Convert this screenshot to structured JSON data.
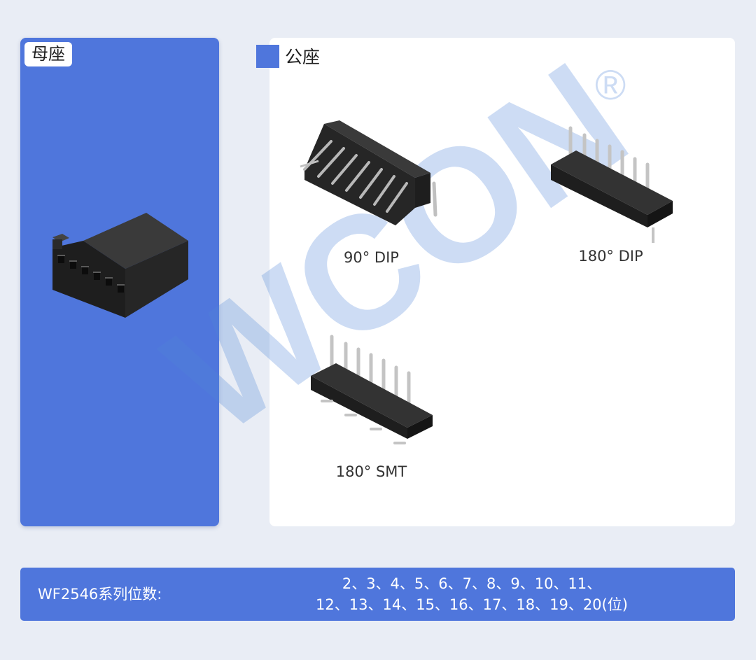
{
  "female": {
    "title": "母座"
  },
  "male": {
    "title": "公座"
  },
  "products": [
    {
      "caption": "90° DIP"
    },
    {
      "caption": "180° DIP"
    },
    {
      "caption": "180° SMT"
    }
  ],
  "pins": {
    "label": "WF2546系列位数:",
    "line1": "2、3、4、5、6、7、8、9、10、11、",
    "line2": "12、13、14、15、16、17、18、19、20(位)"
  },
  "watermark": {
    "text": "WCON",
    "mark": "®"
  },
  "colors": {
    "accent": "#4f76dc",
    "background": "#e9edf5",
    "panel": "#ffffff"
  }
}
